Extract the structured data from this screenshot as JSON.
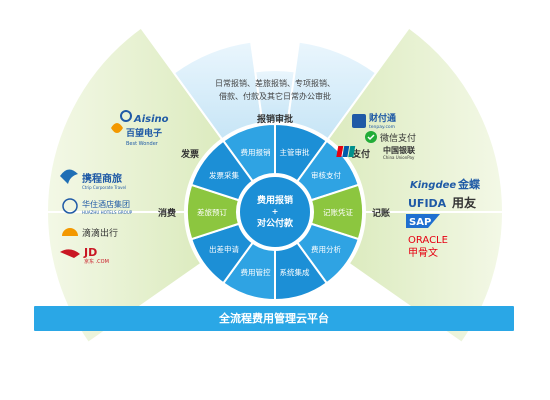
{
  "center": {
    "line1": "费用报销",
    "plus": "+",
    "line2": "对公付款"
  },
  "inner_ring": [
    "费用报销",
    "主管审批",
    "审核支付",
    "记账凭证",
    "费用分析",
    "系统集成",
    "费用管控",
    "出差申请",
    "差旅预订",
    "发票采集"
  ],
  "outer_sections": {
    "invoice": {
      "label": "发票",
      "logos": [
        {
          "main": "Aisino",
          "sub": ""
        },
        {
          "main": "百望电子",
          "sub": "Best Wonder"
        }
      ]
    },
    "reimbursement_audit": {
      "label": "报销审批",
      "desc_line1": "日常报销、差旅报销、专项报销、",
      "desc_line2": "借款、付款及其它日常办公审批"
    },
    "payment": {
      "label": "支付",
      "logos": [
        {
          "main": "财付通",
          "sub": "tenpay.com"
        },
        {
          "main": "微信支付",
          "sub": ""
        },
        {
          "main": "中国银联",
          "sub": "China UnionPay"
        }
      ]
    },
    "consumption": {
      "label": "消费",
      "logos": [
        {
          "main": "携程商旅",
          "sub": "Ctrip Corporate Travel"
        },
        {
          "main": "华住酒店集团",
          "sub": "HUAZHU HOTELS GROUP"
        },
        {
          "main": "滴滴出行",
          "sub": ""
        },
        {
          "main": "JD",
          "sub": "京东 .COM"
        }
      ]
    },
    "bookkeeping": {
      "label": "记账",
      "logos": [
        {
          "main": "Kingdee",
          "cn": "金蝶"
        },
        {
          "main": "UFIDA",
          "cn": "用友"
        },
        {
          "main": "SAP",
          "cn": ""
        },
        {
          "main": "ORACLE",
          "cn": "甲骨文"
        }
      ]
    }
  },
  "platform": "全流程费用管理云平台",
  "colors": {
    "blue_dark": "#1c8fd6",
    "blue_mid": "#2fa3e3",
    "blue_light": "#d8eef9",
    "green": "#8cc63f",
    "green_light": "#e6f1cf"
  }
}
